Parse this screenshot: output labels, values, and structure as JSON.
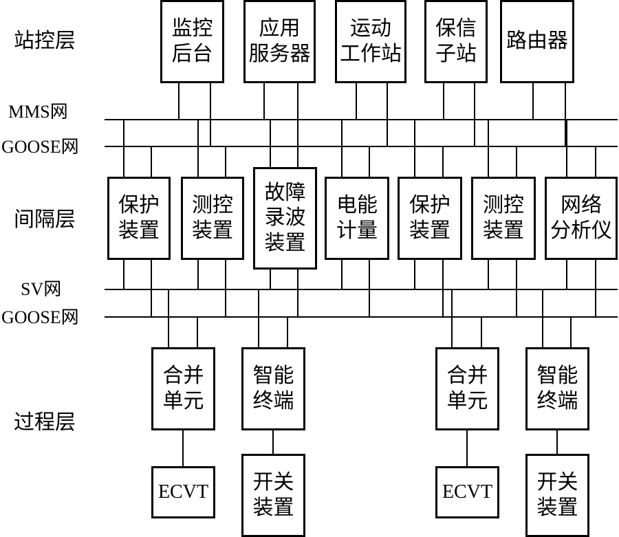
{
  "layers": {
    "station": "站控层",
    "bay": "间隔层",
    "process": "过程层"
  },
  "networks": {
    "mms": "MMS网",
    "goose_top": "GOOSE网",
    "sv": "SV网",
    "goose_bottom": "GOOSE网"
  },
  "station_devices": [
    {
      "label": "监控\n后台"
    },
    {
      "label": "应用\n服务器"
    },
    {
      "label": "运动\n工作站"
    },
    {
      "label": "保信\n子站"
    },
    {
      "label": "路由器"
    }
  ],
  "bay_devices": [
    {
      "label": "保护\n装置"
    },
    {
      "label": "测控\n装置"
    },
    {
      "label": "故障\n录波\n装置"
    },
    {
      "label": "电能\n计量"
    },
    {
      "label": "保护\n装置"
    },
    {
      "label": "测控\n装置"
    },
    {
      "label": "网络\n分析仪"
    }
  ],
  "process_devices": [
    {
      "label": "合并\n单元"
    },
    {
      "label": "智能\n终端"
    },
    {
      "label": "合并\n单元"
    },
    {
      "label": "智能\n终端"
    }
  ],
  "primary_devices": [
    {
      "label": "ECVT"
    },
    {
      "label": "开关\n装置"
    },
    {
      "label": "ECVT"
    },
    {
      "label": "开关\n装置"
    }
  ]
}
